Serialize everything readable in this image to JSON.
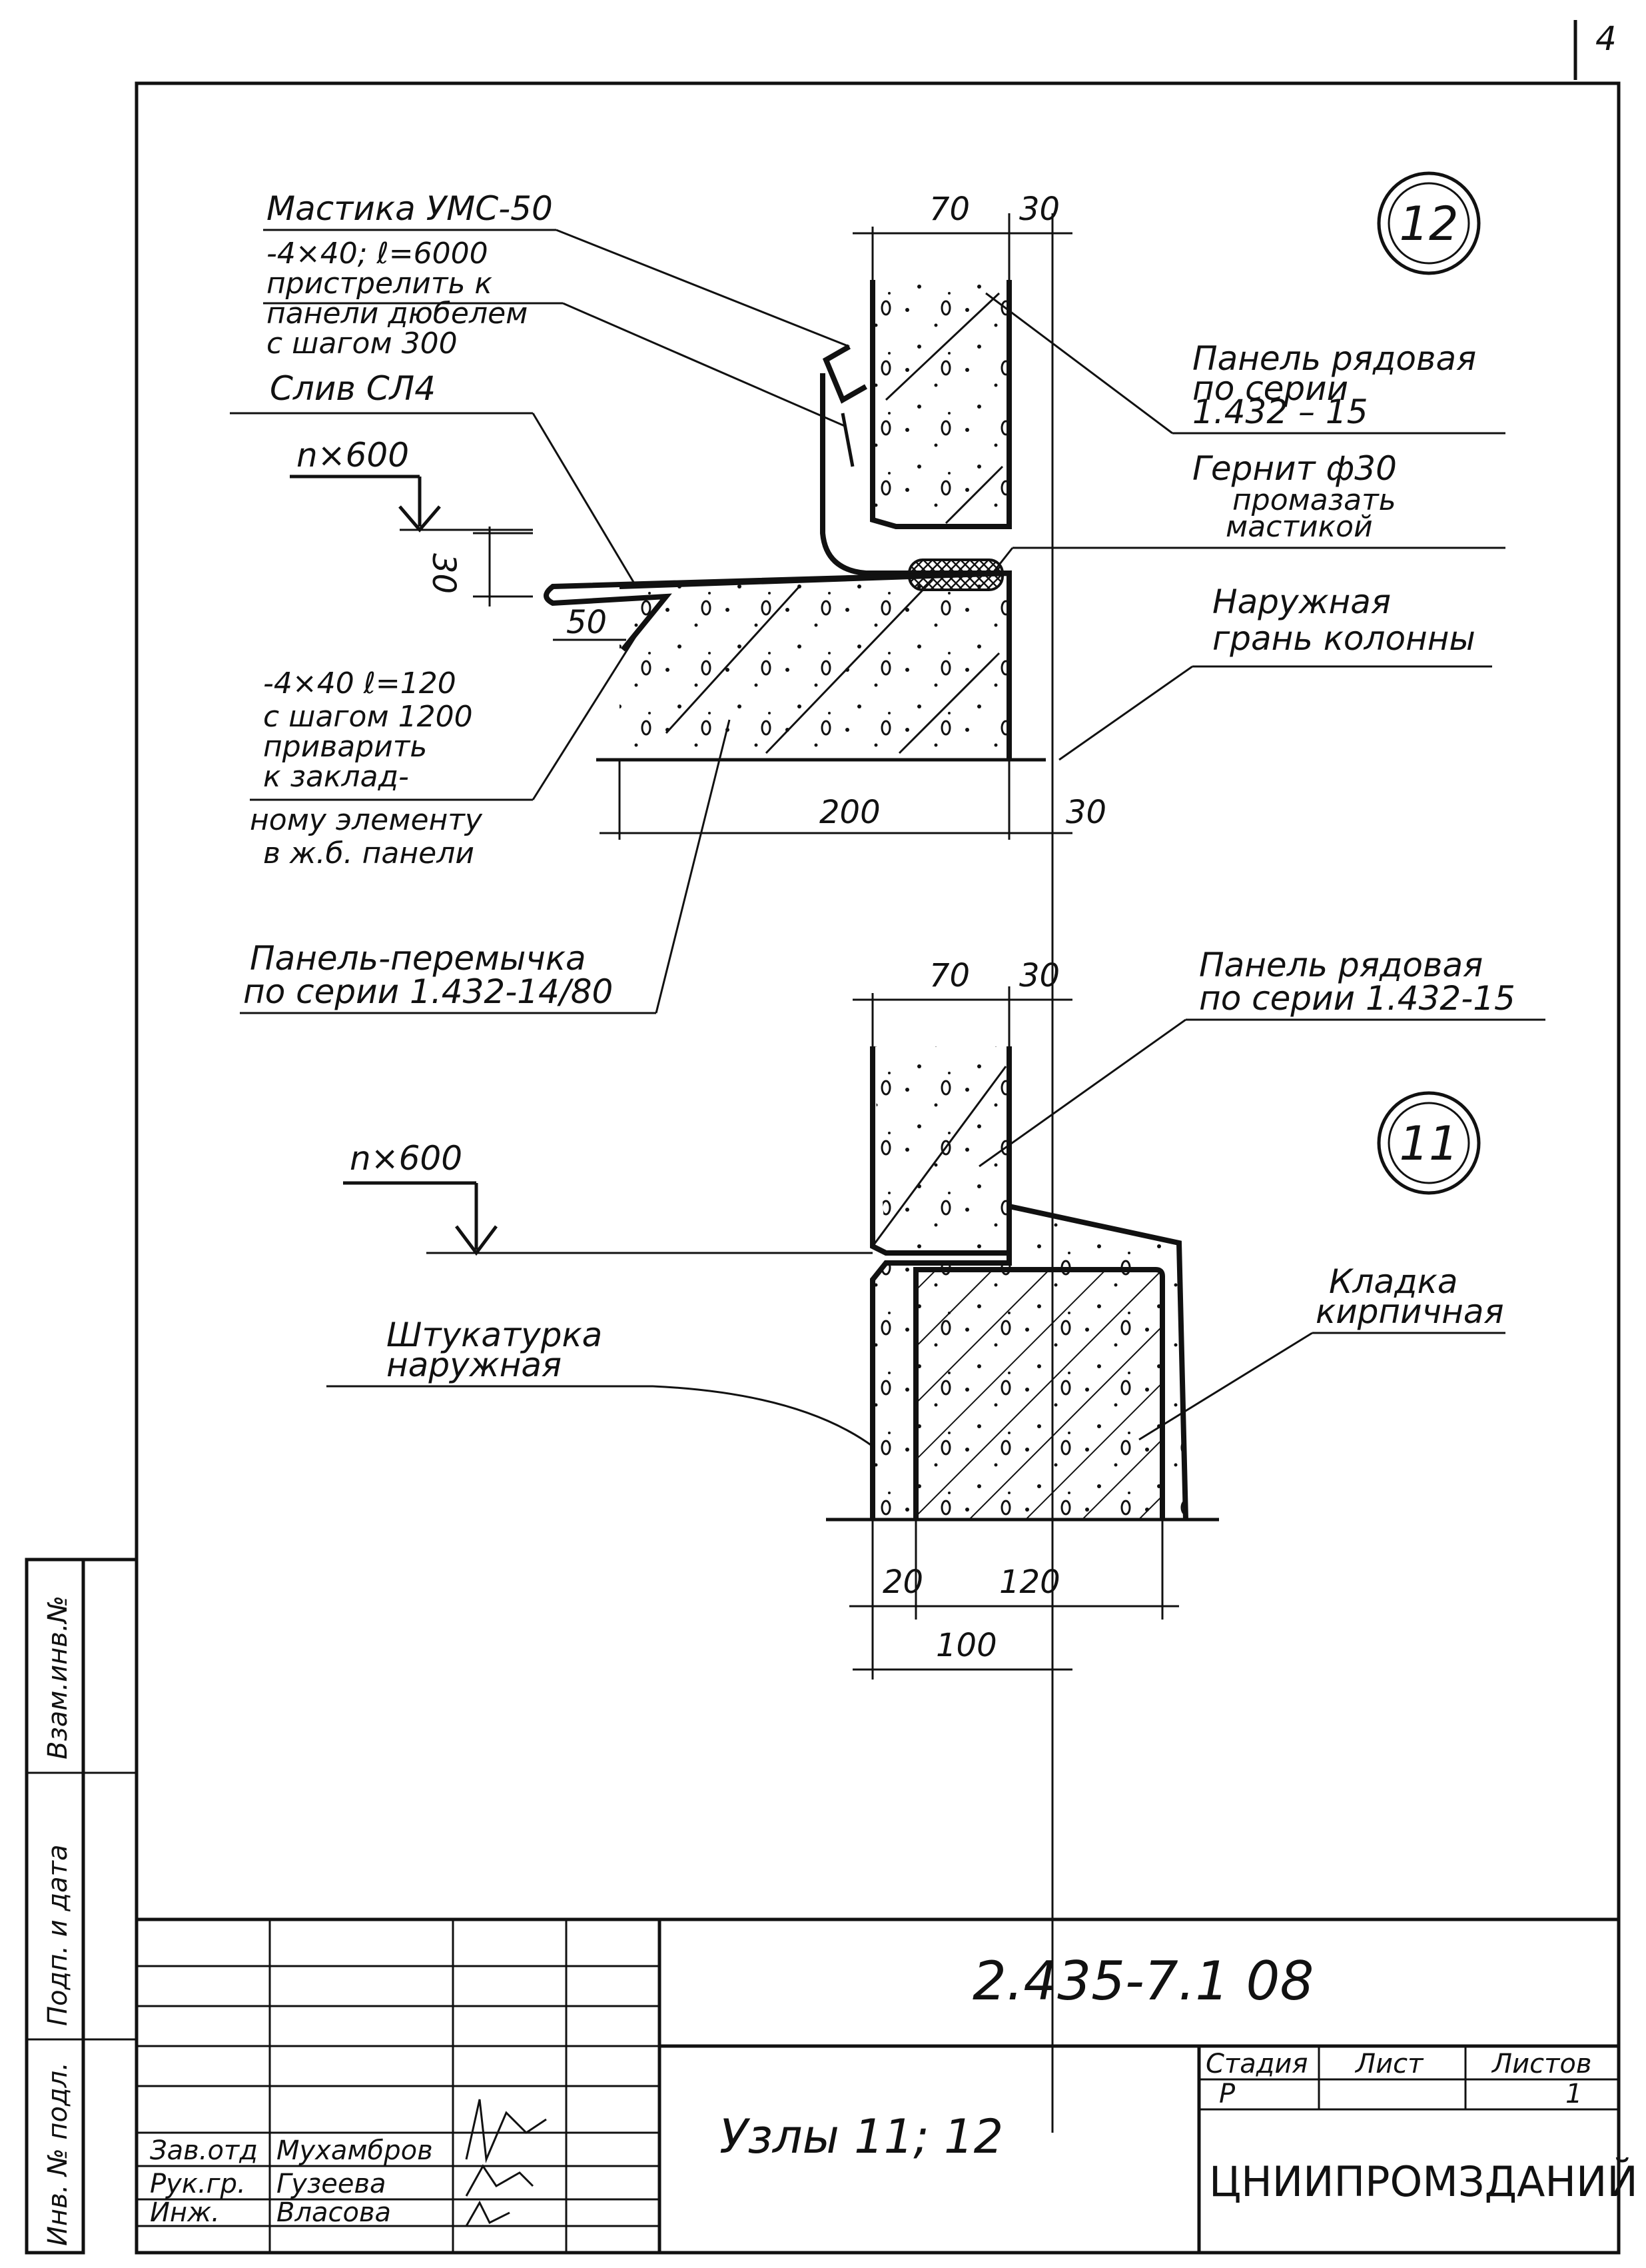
{
  "page_number": "4",
  "node12": {
    "mark": "12",
    "mastic_label": "Мастика УМС-50",
    "strip_label": [
      "-4×40; ℓ=6000",
      "пристрелить к",
      "панели дюбелем",
      "с шагом 300"
    ],
    "drain_label": "Слив СЛ4",
    "spacing_label": "n×600",
    "dim_30_left": "30",
    "dim_50": "50",
    "strip2_label": [
      "-4×40 ℓ=120",
      "с шагом 1200",
      "приварить",
      "к заклад-",
      "ному элементу",
      "в ж.б. панели"
    ],
    "lintel_label": [
      "Панель-перемычка",
      "по серии 1.432-14/80"
    ],
    "panel_label": [
      "Панель рядовая",
      "по серии",
      "1.432 – 15"
    ],
    "gernit_label": [
      "Гернит ф30",
      "промазать",
      "мастикой"
    ],
    "column_label": [
      "Наружная",
      "грань колонны"
    ],
    "dim_70": "70",
    "dim_30_top": "30",
    "dim_200": "200",
    "dim_30_bottom": "30"
  },
  "node11": {
    "mark": "11",
    "panel_label": [
      "Панель рядовая",
      "по серии 1.432-15"
    ],
    "spacing_label": "n×600",
    "plaster_label": [
      "Штукатурка",
      "наружная"
    ],
    "masonry_label": [
      "Кладка",
      "кирпичная"
    ],
    "dim_70": "70",
    "dim_30": "30",
    "dim_20": "20",
    "dim_120": "120",
    "dim_100": "100"
  },
  "title_block": {
    "doc_code": "2.435-7.1 08",
    "sheet_title": "Узлы 11; 12",
    "stage_header": "Стадия",
    "sheet_header": "Лист",
    "sheets_header": "Листов",
    "stage_value": "Р",
    "sheet_value": "",
    "sheets_value": "1",
    "organization": "ЦНИИПРОМЗДАНИЙ",
    "signers": [
      {
        "role": "Зав.отд",
        "name": "Мухамбров"
      },
      {
        "role": "Рук.гр.",
        "name": "Гузеева"
      },
      {
        "role": "Инж.",
        "name": "Власова"
      }
    ]
  },
  "side_stamp": {
    "inv_no": "Инв. № подл.",
    "sign_date": "Подп. и дата",
    "replaces": "Взам.инв.№"
  }
}
